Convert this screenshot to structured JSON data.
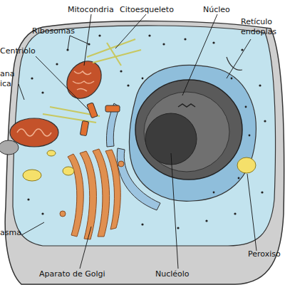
{
  "diagram": {
    "labels": [
      "Mitocondria",
      "Citoesqueleto",
      "Núcleo",
      "Retículo endoplas",
      "Ribosomas",
      "Centriolo",
      "ana ica",
      "asma",
      "Aparato de Golgi",
      "Nucléolo",
      "Peroxiso"
    ]
  }
}
